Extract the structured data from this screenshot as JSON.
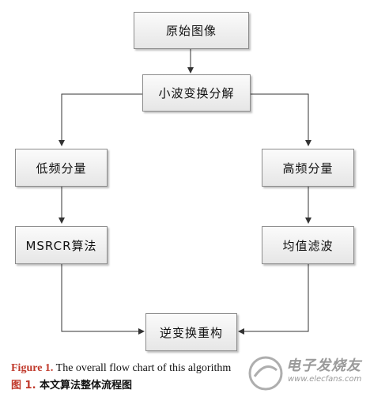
{
  "nodes": {
    "original_image": "原始图像",
    "wavelet_decomposition": "小波变换分解",
    "low_frequency": "低频分量",
    "high_frequency": "高频分量",
    "msrcr": "MSRCR算法",
    "mean_filter": "均值滤波",
    "inverse_reconstruction": "逆变换重构"
  },
  "caption": {
    "en_label": "Figure 1.",
    "en_text": "The overall flow chart of this algorithm",
    "zh_label": "图 1.",
    "zh_text": "本文算法整体流程图"
  },
  "watermark": {
    "text": "电子发烧友",
    "url": "www.elecfans.com"
  },
  "colors": {
    "caption_label": "#c0392b",
    "node_border": "#8c8c8c",
    "arrow": "#333333"
  }
}
